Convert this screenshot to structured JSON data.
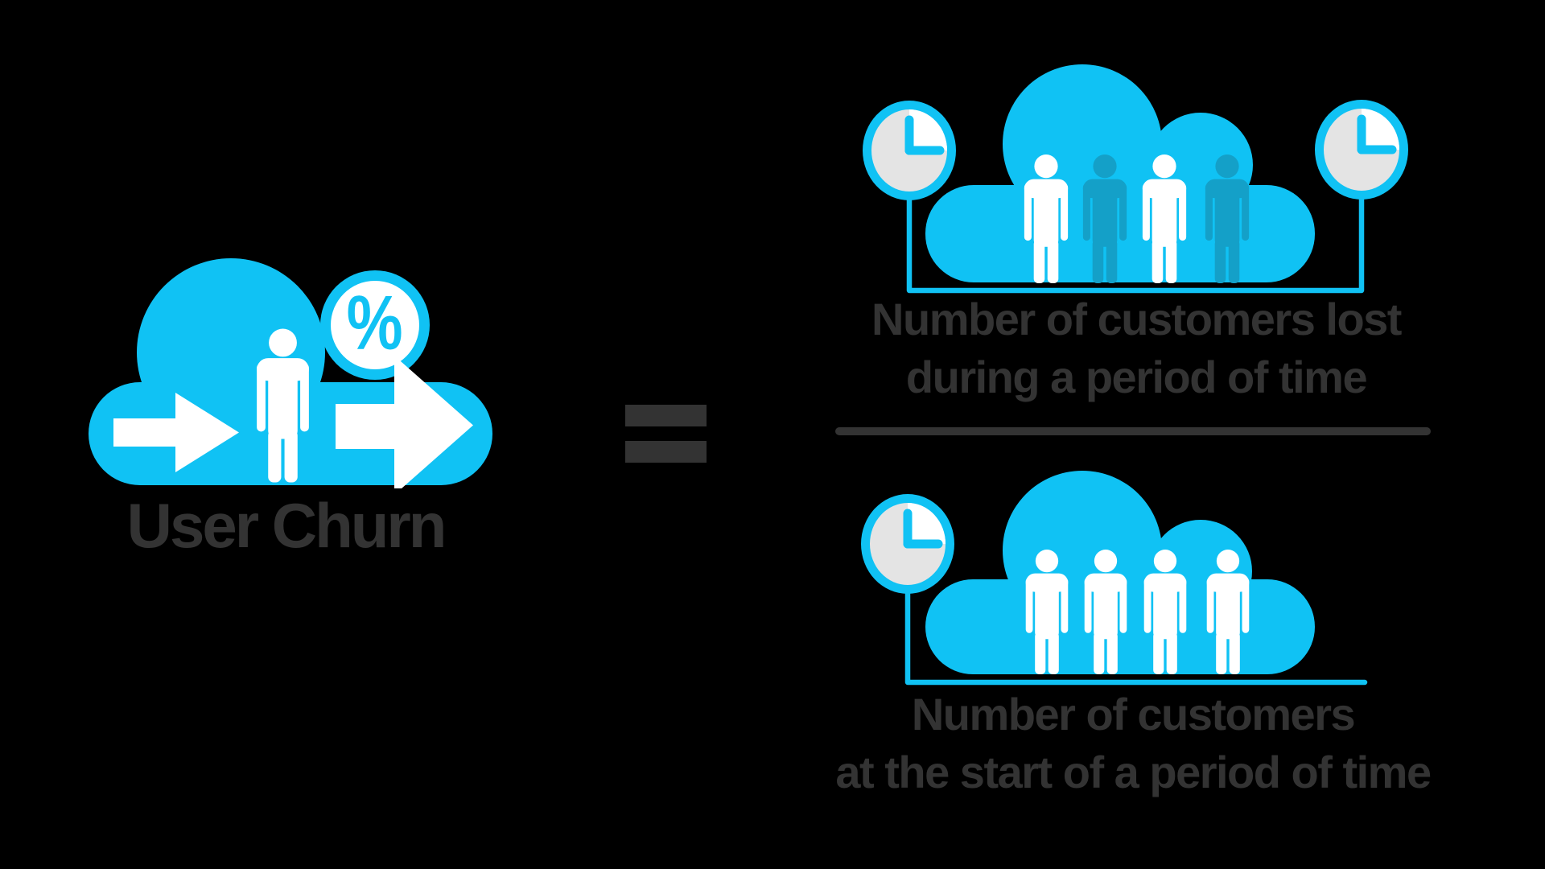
{
  "background_color": "#000000",
  "palette": {
    "cyan": "#10C2F4",
    "dark_cyan": "#14A0C8",
    "text_gray": "#333333",
    "clock_face_gray": "#E4E4E4",
    "white": "#FFFFFF"
  },
  "left": {
    "label": "User Churn",
    "percent_symbol": "%"
  },
  "equation": {
    "equals_symbol": "=",
    "numerator_line1": "Number of customers lost",
    "numerator_line2": "during a period of time",
    "denominator_line1": "Number of customers",
    "denominator_line2": "at the start of a period of time"
  },
  "icons": {
    "left_illustration": "cloud with person, inflow arrow, outflow arrow and percent badge",
    "numerator_illustration": "cloud with four customers (two faded) flanked by two clocks and a time-span bracket",
    "denominator_illustration": "cloud with four customers, one clock and a time-span bracket"
  }
}
